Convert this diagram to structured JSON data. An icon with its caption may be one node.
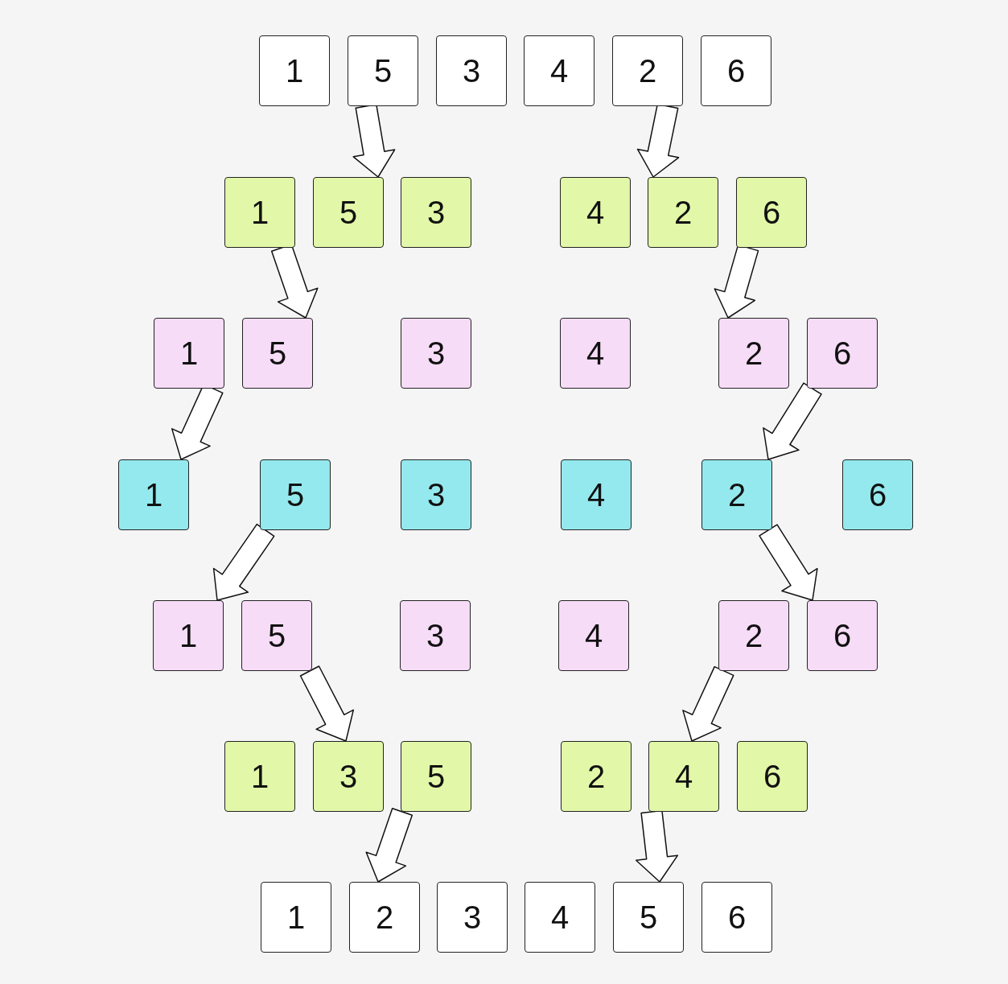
{
  "diagram": {
    "nodes": [
      {
        "text": [
          "1"
        ]
      },
      {
        "text": [
          "5"
        ]
      },
      {
        "text": [
          "3"
        ]
      },
      {
        "text": [
          "4"
        ]
      },
      {
        "text": [
          "2"
        ]
      },
      {
        "text": [
          "6"
        ]
      },
      {
        "text": [
          "1"
        ]
      },
      {
        "text": [
          "5"
        ]
      },
      {
        "text": [
          "3"
        ]
      },
      {
        "text": [
          "4"
        ]
      },
      {
        "text": [
          "2"
        ]
      },
      {
        "text": [
          "6"
        ]
      },
      {
        "text": [
          "1"
        ]
      },
      {
        "text": [
          "5"
        ]
      },
      {
        "text": [
          "3"
        ]
      },
      {
        "text": [
          "4"
        ]
      },
      {
        "text": [
          "2"
        ]
      },
      {
        "text": [
          "6"
        ]
      },
      {
        "text": [
          "1"
        ]
      },
      {
        "text": [
          "5"
        ]
      },
      {
        "text": [
          "3"
        ]
      },
      {
        "text": [
          "4"
        ]
      },
      {
        "text": [
          "2"
        ]
      },
      {
        "text": [
          "6"
        ]
      },
      {
        "text": [
          "1"
        ]
      },
      {
        "text": [
          "5"
        ]
      },
      {
        "text": [
          "3"
        ]
      },
      {
        "text": [
          "4"
        ]
      },
      {
        "text": [
          "2"
        ]
      },
      {
        "text": [
          "6"
        ]
      },
      {
        "text": [
          "1"
        ]
      },
      {
        "text": [
          "3"
        ]
      },
      {
        "text": [
          "5"
        ]
      },
      {
        "text": [
          "2"
        ]
      },
      {
        "text": [
          "4"
        ]
      },
      {
        "text": [
          "6"
        ]
      },
      {
        "text": [
          "1"
        ]
      },
      {
        "text": [
          "2"
        ]
      },
      {
        "text": [
          "3"
        ]
      },
      {
        "text": [
          "4"
        ]
      },
      {
        "text": [
          "5"
        ]
      },
      {
        "text": [
          "6"
        ]
      }
    ],
    "edges": [
      {
        "from": 1,
        "to": 8,
        "arrow": "to"
      },
      {
        "from": 4,
        "to": 10,
        "arrow": "to"
      },
      {
        "from": 6,
        "to": 13,
        "arrow": "to"
      },
      {
        "from": 11,
        "to": 16,
        "arrow": "to"
      },
      {
        "from": 12,
        "to": 18,
        "arrow": "to"
      },
      {
        "from": 17,
        "to": 22,
        "arrow": "to"
      },
      {
        "from": 19,
        "to": 24,
        "arrow": "to"
      },
      {
        "from": 22,
        "to": 29,
        "arrow": "to"
      },
      {
        "from": 25,
        "to": 31,
        "arrow": "to"
      },
      {
        "from": 28,
        "to": 34,
        "arrow": "to"
      },
      {
        "from": 32,
        "to": 37,
        "arrow": "to"
      },
      {
        "from": 34,
        "to": 40,
        "arrow": "to"
      }
    ]
  }
}
